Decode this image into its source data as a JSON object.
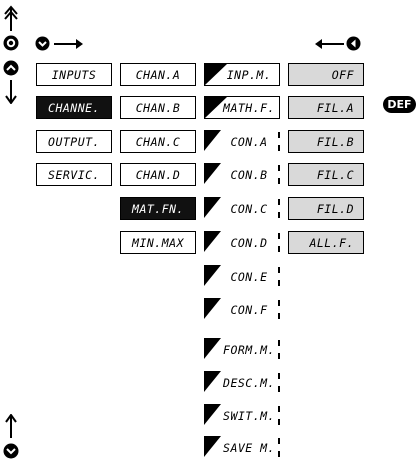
{
  "nav": {
    "def_label": "DEF"
  },
  "col1": [
    "INPUTS",
    "CHANNE.",
    "OUTPUT.",
    "SERVIC."
  ],
  "col2": [
    "CHAN.A",
    "CHAN.B",
    "CHAN.C",
    "CHAN.D",
    "MAT.FN.",
    "MIN.MAX"
  ],
  "col3": [
    "INP.M.",
    "MATH.F.",
    "CON.A",
    "CON.B",
    "CON.C",
    "CON.D",
    "CON.E",
    "CON.F",
    "FORM.M.",
    "DESC.M.",
    "SWIT.M.",
    "SAVE M."
  ],
  "col4": [
    "OFF",
    "FIL.A",
    "FIL.B",
    "FIL.C",
    "FIL.D",
    "ALL.F."
  ],
  "colors": {
    "dark": "#111111",
    "gray": "#d9d9d9",
    "line": "#000000"
  }
}
